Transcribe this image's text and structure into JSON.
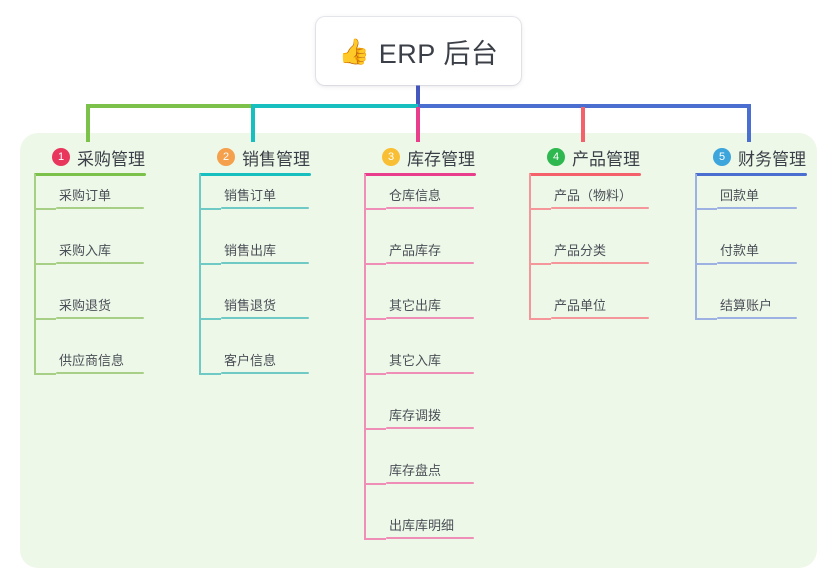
{
  "root": {
    "icon": "thumbs-up-icon",
    "emoji": "👍",
    "title": "ERP 后台"
  },
  "theme": {
    "panel_bg": "#eef8e9",
    "page_bg": "#ffffff",
    "trunk_color": "#4558c0",
    "text_color": "#3b3f47",
    "leaf_text_color": "#4b4f57"
  },
  "columns": [
    {
      "index": "1",
      "title": "采购管理",
      "badge_color": "#e8365d",
      "accent": "#7cc24a",
      "leaf_accent": "#a8cf86",
      "items": [
        {
          "label": "采购订单"
        },
        {
          "label": "采购入库"
        },
        {
          "label": "采购退货"
        },
        {
          "label": "供应商信息"
        }
      ]
    },
    {
      "index": "2",
      "title": "销售管理",
      "badge_color": "#f5a04c",
      "accent": "#18bfbf",
      "leaf_accent": "#6fc9c4",
      "items": [
        {
          "label": "销售订单"
        },
        {
          "label": "销售出库"
        },
        {
          "label": "销售退货"
        },
        {
          "label": "客户信息"
        }
      ]
    },
    {
      "index": "3",
      "title": "库存管理",
      "badge_color": "#f9bf34",
      "accent": "#e83e8c",
      "leaf_accent": "#ef8fb8",
      "items": [
        {
          "label": "仓库信息"
        },
        {
          "label": "产品库存"
        },
        {
          "label": "其它出库"
        },
        {
          "label": "其它入库"
        },
        {
          "label": "库存调拨"
        },
        {
          "label": "库存盘点"
        },
        {
          "label": "出库库明细"
        }
      ]
    },
    {
      "index": "4",
      "title": "产品管理",
      "badge_color": "#2fb84f",
      "accent": "#f4616a",
      "leaf_accent": "#f5969a",
      "items": [
        {
          "label": "产品（物料）"
        },
        {
          "label": "产品分类"
        },
        {
          "label": "产品单位"
        }
      ]
    },
    {
      "index": "5",
      "title": "财务管理",
      "badge_color": "#3ca5dc",
      "accent": "#4a6fd0",
      "leaf_accent": "#9db2e2",
      "items": [
        {
          "label": "回款单"
        },
        {
          "label": "付款单"
        },
        {
          "label": "结算账户"
        }
      ]
    }
  ],
  "connectors": {
    "trunk": "#4558c0",
    "bar_left_green": "#7cc24a",
    "bar_teal": "#18bfbf",
    "bar_blue": "#4a6fd0",
    "stub_1": "#7cc24a",
    "stub_2": "#18bfbf",
    "stub_3": "#e83e8c",
    "stub_4": "#f4616a",
    "stub_5": "#4a6fd0"
  }
}
